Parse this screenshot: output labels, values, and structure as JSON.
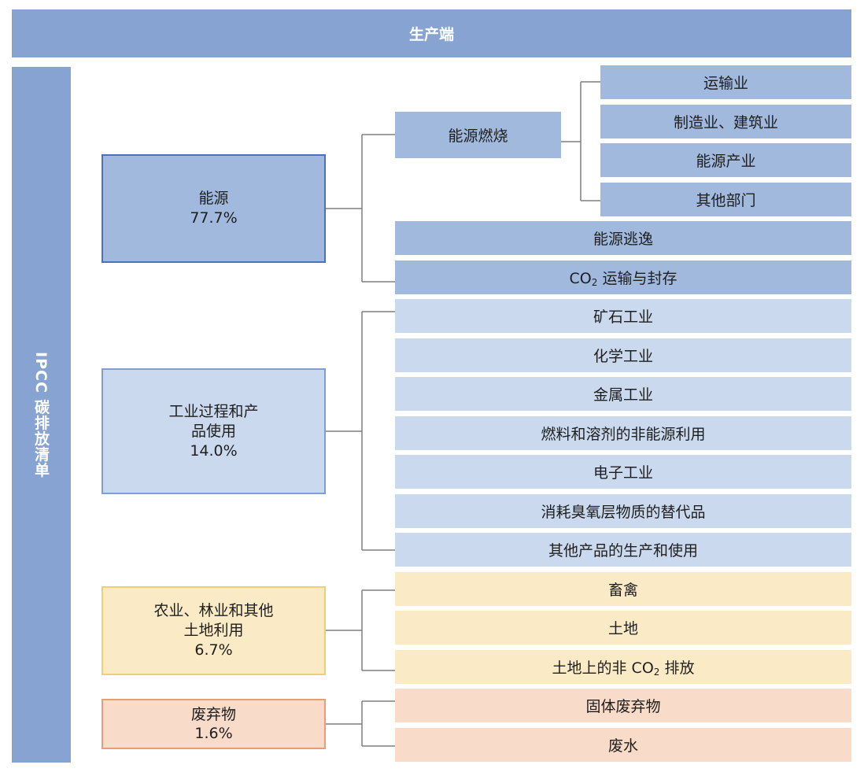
{
  "header": {
    "title": "生产端"
  },
  "side_label": "IPCC 碳排放清单",
  "categories": {
    "energy": {
      "name": "能源",
      "pct": "77.7%"
    },
    "ippu": {
      "name_line1": "工业过程和产",
      "name_line2": "品使用",
      "pct": "14.0%"
    },
    "afolu": {
      "name_line1": "农业、林业和其他",
      "name_line2": "土地利用",
      "pct": "6.7%"
    },
    "waste": {
      "name": "废弃物",
      "pct": "1.6%"
    }
  },
  "energy": {
    "combustion": "能源燃烧",
    "combustion_items": [
      "运输业",
      "制造业、建筑业",
      "能源产业",
      "其他部门"
    ],
    "fugitive": "能源逃逸",
    "ccs_prefix": "CO",
    "ccs_sub": "2",
    "ccs_suffix": " 运输与封存"
  },
  "ippu_items": [
    "矿石工业",
    "化学工业",
    "金属工业",
    "燃料和溶剂的非能源利用",
    "电子工业",
    "消耗臭氧层物质的替代品",
    "其他产品的生产和使用"
  ],
  "afolu_items": {
    "livestock": "畜禽",
    "land": "土地",
    "non_co2_prefix": "土地上的非 CO",
    "non_co2_sub": "2",
    "non_co2_suffix": " 排放"
  },
  "waste_items": [
    "固体废弃物",
    "废水"
  ],
  "colors": {
    "header": "#86a3d2",
    "energy_fill": "#a1b9dd",
    "energy_border": "#4a72b8",
    "ippu_fill": "#cad9ed",
    "ippu_border": "#7d9fd3",
    "afolu_fill": "#faebc6",
    "afolu_border": "#f0cf72",
    "waste_fill": "#f8dbc9",
    "waste_border": "#eb9d72",
    "connector": "#7f7f7f"
  }
}
